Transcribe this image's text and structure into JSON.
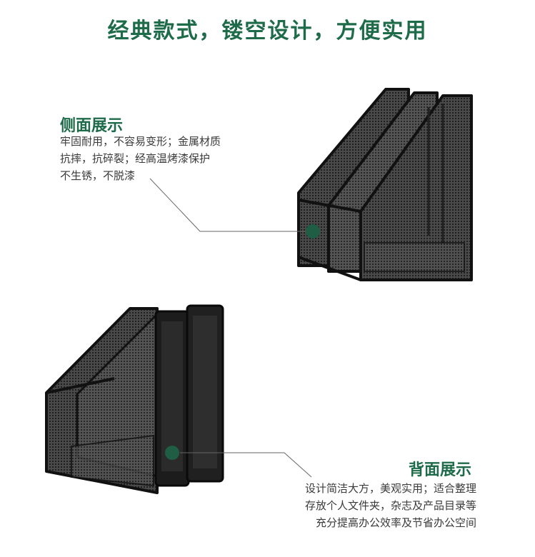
{
  "headline": "经典款式，镂空设计，方便实用",
  "side": {
    "title": "侧面展示",
    "lines": [
      "牢固耐用，不容易变形；金属材质",
      "抗摔，抗碎裂；经高温烤漆保护",
      "不生锈，不脱漆"
    ]
  },
  "back": {
    "title": "背面展示",
    "lines": [
      "设计简洁大方，美观实用；适合整理",
      "存放个人文件夹，杂志及产品目录等",
      "充分提高办公效率及节省办公空间"
    ]
  },
  "colors": {
    "accent": "#1e6b4a",
    "dot": "#1f5d45"
  }
}
